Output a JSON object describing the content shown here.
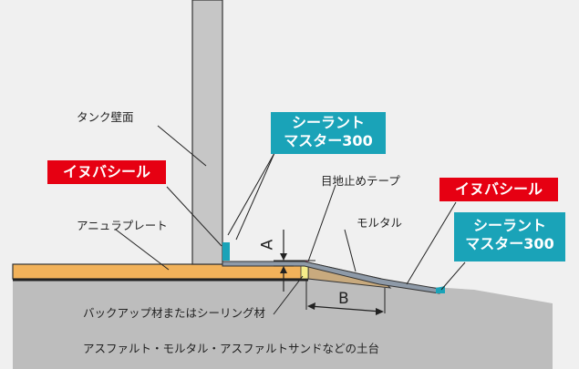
{
  "labels": {
    "tank_wall": "タンク壁面",
    "annular_plate": "アニュラプレート",
    "joint_tape": "目地止めテープ",
    "mortar": "モルタル",
    "backup": "バックアップ材またはシーリング材",
    "foundation": "アスファルト・モルタル・アスファルトサンドなどの土台"
  },
  "callouts": {
    "inuba_left": "イヌバシール",
    "inuba_right": "イヌバシール",
    "sealant_left_line1": "シーラント",
    "sealant_left_line2": "マスター300",
    "sealant_right_line1": "シーラント",
    "sealant_right_line2": "マスター300"
  },
  "dimensions": {
    "a": "A",
    "b": "B"
  },
  "colors": {
    "background": "#f0f0f0",
    "tank_wall": "#c6c6c6",
    "annular_plate": "#f2b25a",
    "foundation": "#bdbdbd",
    "mortar": "#c8aa7e",
    "seal_strip": "#8e9aa8",
    "red_callout": "#e60012",
    "teal_callout": "#1aa3b8"
  }
}
